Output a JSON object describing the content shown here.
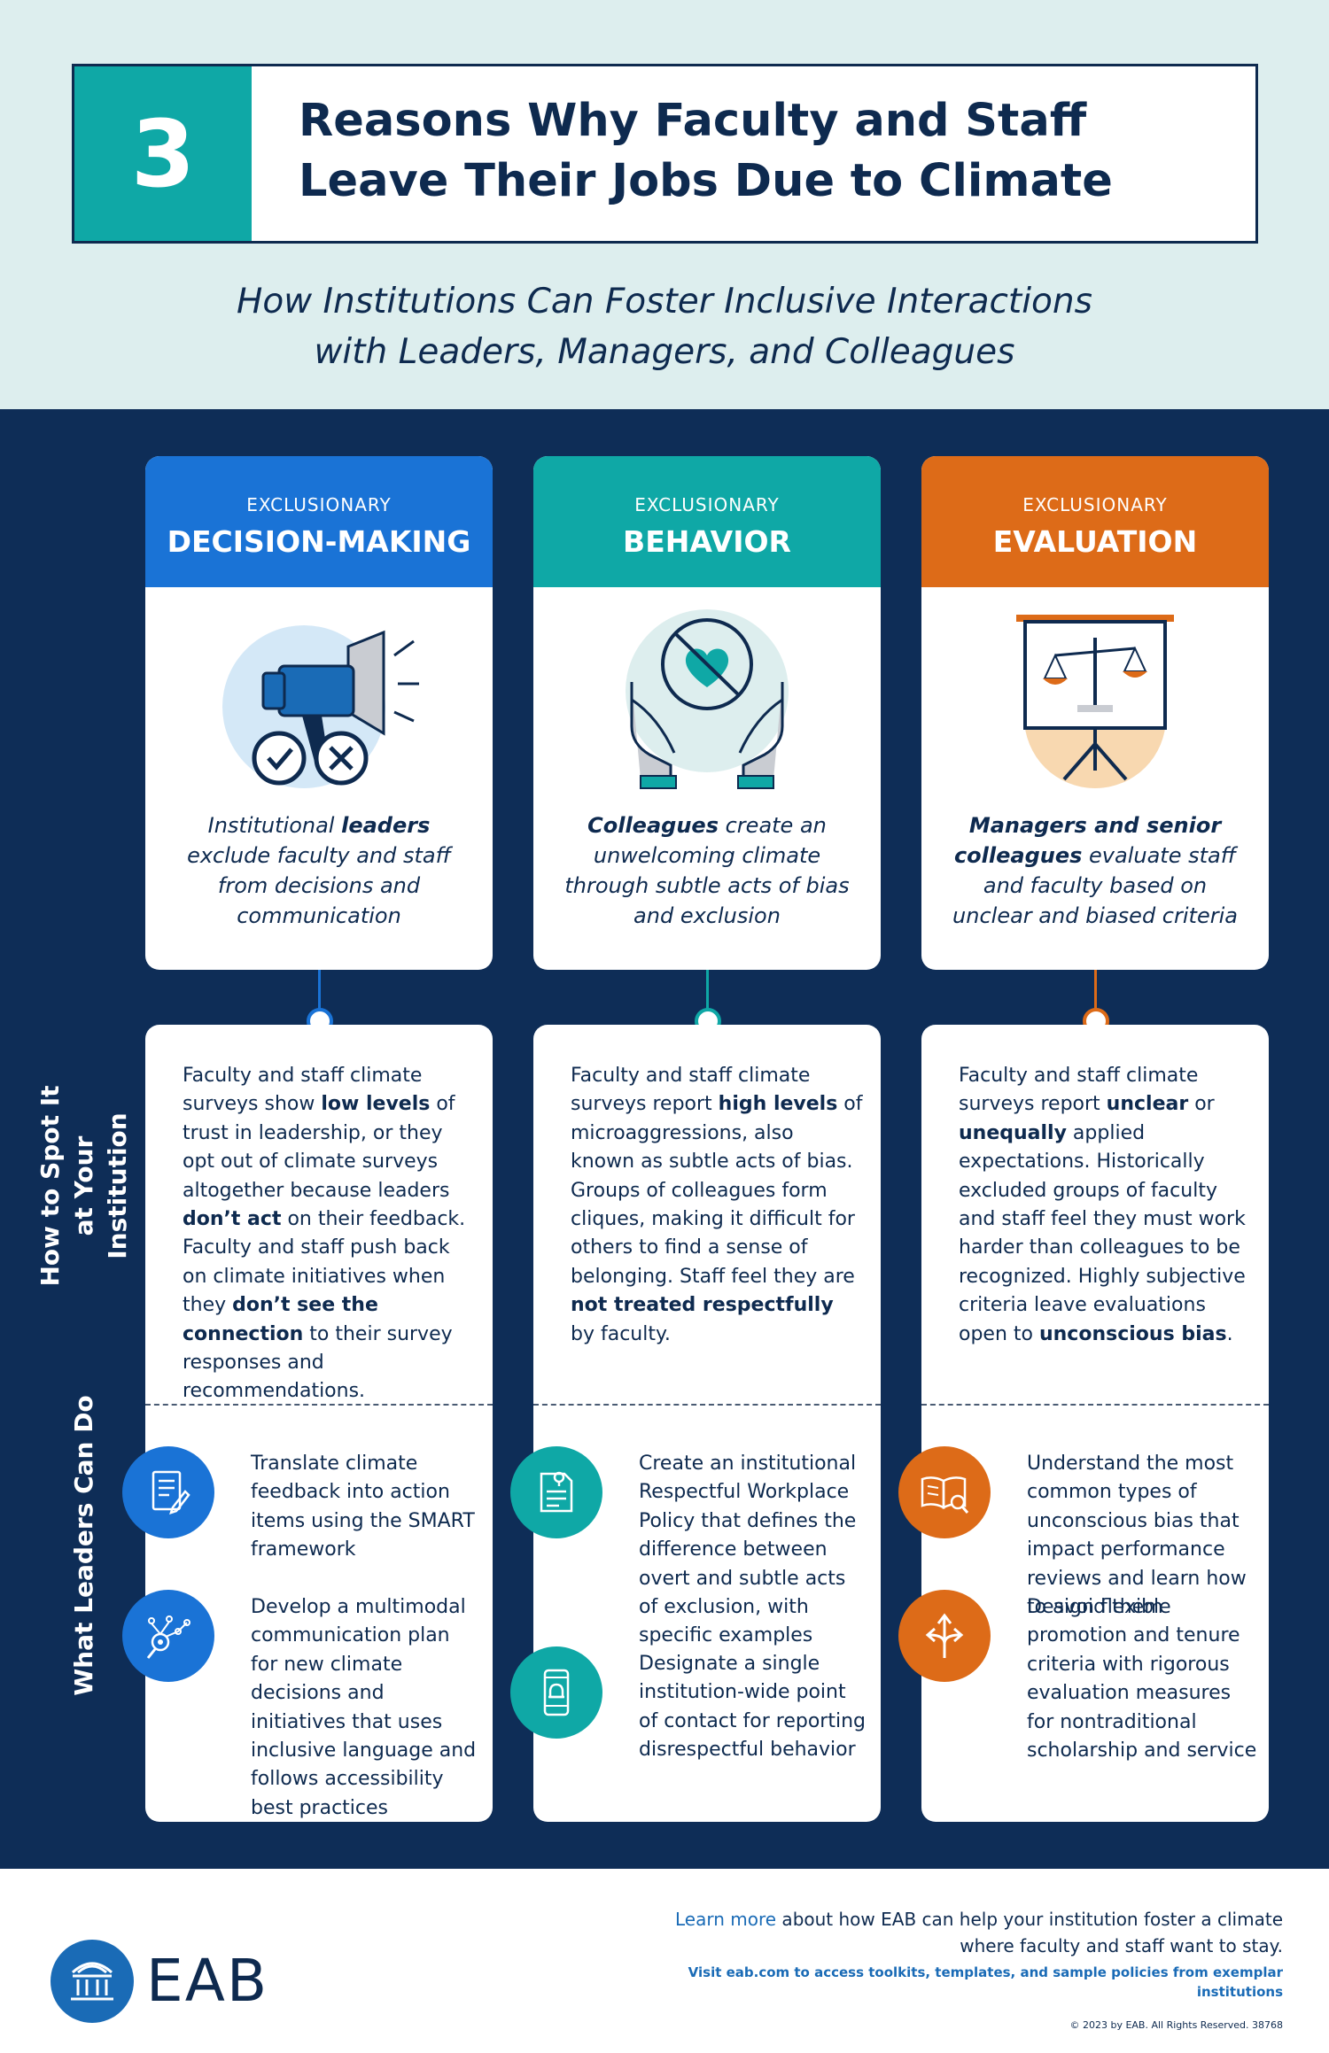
{
  "colors": {
    "navy": "#0e2d57",
    "blue": "#1a6bb6",
    "decision_header": "#1a73d6",
    "teal": "#0fa8a6",
    "orange": "#dd6b18",
    "header_bg": "#ddeeee"
  },
  "header": {
    "number": "3",
    "title": "Reasons Why Faculty and Staff Leave Their Jobs Due to Climate",
    "subtitle": "How Institutions Can Foster Inclusive Interactions with Leaders, Managers, and Colleagues"
  },
  "side_labels": {
    "spot": "How to Spot It at Your Institution",
    "leaders": "What Leaders Can Do"
  },
  "columns": [
    {
      "kicker": "EXCLUSIONARY",
      "category": "DECISION-MAKING",
      "illustration": "megaphone-icon",
      "description": "Institutional <b>leaders</b> exclude faculty and staff from decisions and communication",
      "spot": "Faculty and staff climate surveys show <b>low levels</b> of trust in leadership, or they opt out of climate surveys altogether because leaders <b>don’t act</b> on their feedback. Faculty and staff push back on climate initiatives when they <b>don’t see the connection</b> to their survey responses and recommendations.",
      "actions": [
        {
          "icon": "checklist-icon",
          "text": "Translate climate feedback into action items using the SMART framework"
        },
        {
          "icon": "network-icon",
          "text": "Develop a multimodal communication plan for new climate decisions and initiatives that uses inclusive language and follows accessibility best practices"
        }
      ]
    },
    {
      "kicker": "EXCLUSIONARY",
      "category": "BEHAVIOR",
      "illustration": "no-heart-hands-icon",
      "description": "<b>Colleagues</b> create an unwelcoming climate through subtle acts of bias and exclusion",
      "spot": "Faculty and staff climate surveys report <b>high levels</b> of microaggressions, also known as subtle acts of bias. Groups of colleagues form cliques, making it difficult for others to find a sense of belonging. Staff feel they are <b>not treated respectfully</b> by faculty.",
      "actions": [
        {
          "icon": "document-pin-icon",
          "text": "Create an institutional Respectful Workplace Policy that defines the difference between overt and subtle acts of exclusion, with specific examples"
        },
        {
          "icon": "phone-bell-icon",
          "text": "Designate a single institution-wide point of contact for reporting disrespectful behavior"
        }
      ]
    },
    {
      "kicker": "EXCLUSIONARY",
      "category": "EVALUATION",
      "illustration": "scales-board-icon",
      "description": "<b>Managers and senior colleagues</b> evaluate staff and faculty based on unclear and biased criteria",
      "spot": "Faculty and staff climate surveys report <b>unclear</b> or <b>unequally</b> applied expectations. Historically excluded groups of faculty and staff feel they must work harder than colleagues to be recognized. Highly subjective criteria leave evaluations open to <b>unconscious bias</b>.",
      "actions": [
        {
          "icon": "book-magnifier-icon",
          "text": "Understand the most common types of unconscious bias that impact performance reviews and learn how to avoid them"
        },
        {
          "icon": "branching-arrows-icon",
          "text": "Design flexible promotion and tenure criteria with rigorous evaluation measures for nontraditional scholarship and service"
        }
      ]
    }
  ],
  "footer": {
    "logo": "EAB",
    "learn_more_link": "Learn more",
    "learn_more_rest": " about how EAB can help your institution foster a climate where faculty and staff want to stay.",
    "visit": "Visit eab.com to access toolkits, templates, and sample policies from exemplar institutions",
    "copyright": "© 2023 by EAB. All Rights Reserved. 38768"
  }
}
